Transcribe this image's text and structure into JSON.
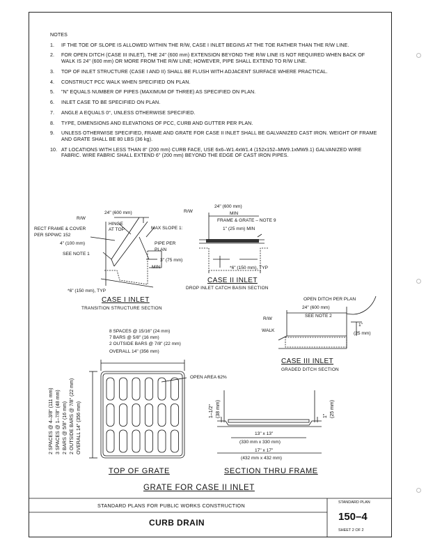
{
  "notes": {
    "heading": "NOTES",
    "items": [
      {
        "n": "1.",
        "text": "IF THE TOE OF SLOPE IS ALLOWED WITHIN THE R/W, CASE I INLET BEGINS AT THE TOE RATHER THAN THE R/W LINE."
      },
      {
        "n": "2.",
        "text": "FOR OPEN DITCH (CASE III INLET), THE 24\" (600 mm) EXTENSION BEYOND THE R/W LINE IS NOT REQUIRED WHEN BACK OF WALK IS 24\" (600 mm) OR MORE FROM THE R/W LINE; HOWEVER, PIPE SHALL EXTEND TO R/W LINE."
      },
      {
        "n": "3.",
        "text": "TOP OF INLET STRUCTURE (CASE I AND II) SHALL BE FLUSH WITH ADJACENT SURFACE WHERE PRACTICAL."
      },
      {
        "n": "4.",
        "text": "CONSTRUCT PCC WALK WHEN SPECIFIED ON PLAN."
      },
      {
        "n": "5.",
        "text": "\"N\" EQUALS NUMBER OF PIPES (MAXIMUM OF THREE) AS SPECIFIED ON PLAN."
      },
      {
        "n": "6.",
        "text": "INLET CASE TO BE SPECIFIED ON PLAN."
      },
      {
        "n": "7.",
        "text": "ANGLE A EQUALS 0°, UNLESS OTHERWISE SPECIFIED."
      },
      {
        "n": "8.",
        "text": "TYPE, DIMENSIONS AND ELEVATIONS OF PCC, CURB AND GUTTER PER PLAN."
      },
      {
        "n": "9.",
        "text": "UNLESS OTHERWISE SPECIFIED, FRAME AND GRATE FOR CASE II INLET SHALL BE GALVANIZED CAST IRON. WEIGHT OF FRAME AND GRATE SHALL BE 80 LBS (36 kg)."
      },
      {
        "n": "10.",
        "text": "AT LOCATIONS WITH LESS THAN 8\" (200 mm) CURB FACE, USE 6x6–W1.4xW1.4 (152x152–MW9.1xMW9.1) GALVANIZED WIRE FABRIC. WIRE FABRIC SHALL EXTEND 6\" (200 mm) BEYOND THE EDGE OF CAST IRON PIPES."
      }
    ]
  },
  "case1": {
    "rw": "R/W",
    "dim_24": "24\" (600 mm)",
    "hinge": "HINGE",
    "at_top": "AT TOP",
    "rect_frame": "RECT FRAME & COVER",
    "per_spec": "PER SPPWC 152",
    "dim_4": "4\" (100 mm)",
    "see_note": "SEE NOTE 1",
    "max_slope": "MAX SLOPE 1:",
    "pipe_per": "PIPE PER",
    "plan": "PLAN",
    "dim_3": "3\" (75 mm)",
    "min": "MIN",
    "dim_6": "*6\" (150 mm), TYP",
    "title": "CASE I INLET",
    "subtitle": "TRANSITION STRUCTURE SECTION"
  },
  "case2": {
    "rw": "R/W",
    "dim_24": "24\" (600 mm)",
    "min": "MIN",
    "frame_grate": "FRAME & GRATE – NOTE 9",
    "dim_1": "1\" (25 mm) MIN",
    "dim_6": "*6\" (150 mm), TYP",
    "title": "CASE II INLET",
    "subtitle": "DROP INLET CATCH BASIN SECTION"
  },
  "case3": {
    "open_ditch": "OPEN DITCH PER PLAN",
    "dim_24": "24\" (600 mm)",
    "see_note": "SEE NOTE 2",
    "rw": "R/W",
    "walk": "WALK",
    "dim_1": "1\"",
    "dim_25": "(25 mm)",
    "title": "CASE III INLET",
    "subtitle": "GRADED DITCH SECTION"
  },
  "grate": {
    "line1": "8 SPACES @ 15/16\" (24 mm)",
    "line2": "7 BARS @ 5/8\" (16 mm)",
    "line3": "2 OUTSIDE BARS @ 7/8\" (22 mm)",
    "line4": "OVERALL 14\" (356 mm)",
    "open_area": "OPEN AREA 62%",
    "side1": "2 SPACES @ 4–3/8\" (111 mm)",
    "side2": "3 SPACES @ 1–7/8\" (48 mm)",
    "side3": "2 BARS @ 5/8\" (16 mm)",
    "side4": "2 OUTSIDE BARS @ 7/8\" (22 mm)",
    "side5": "OVERALL 14\" (356 mm)",
    "title": "TOP OF GRATE"
  },
  "frame": {
    "dim_l1": "1–1/2\"",
    "dim_l2": "(38 mm)",
    "dim_r1": "1\"",
    "dim_r2": "(25 mm)",
    "dim_13": "13\" x 13\"",
    "dim_330": "(330 mm x 330 mm)",
    "dim_17": "17\" x 17\"",
    "dim_432": "(432 mm x 432 mm)",
    "title": "SECTION THRU FRAME"
  },
  "main_title": "GRATE FOR CASE II INLET",
  "title_block": {
    "header": "STANDARD PLANS FOR PUBLIC WORKS CONSTRUCTION",
    "name": "CURB DRAIN",
    "plan_label": "STANDARD PLAN",
    "plan_number": "150–4",
    "sheet": "SHEET 2 OF 2"
  }
}
